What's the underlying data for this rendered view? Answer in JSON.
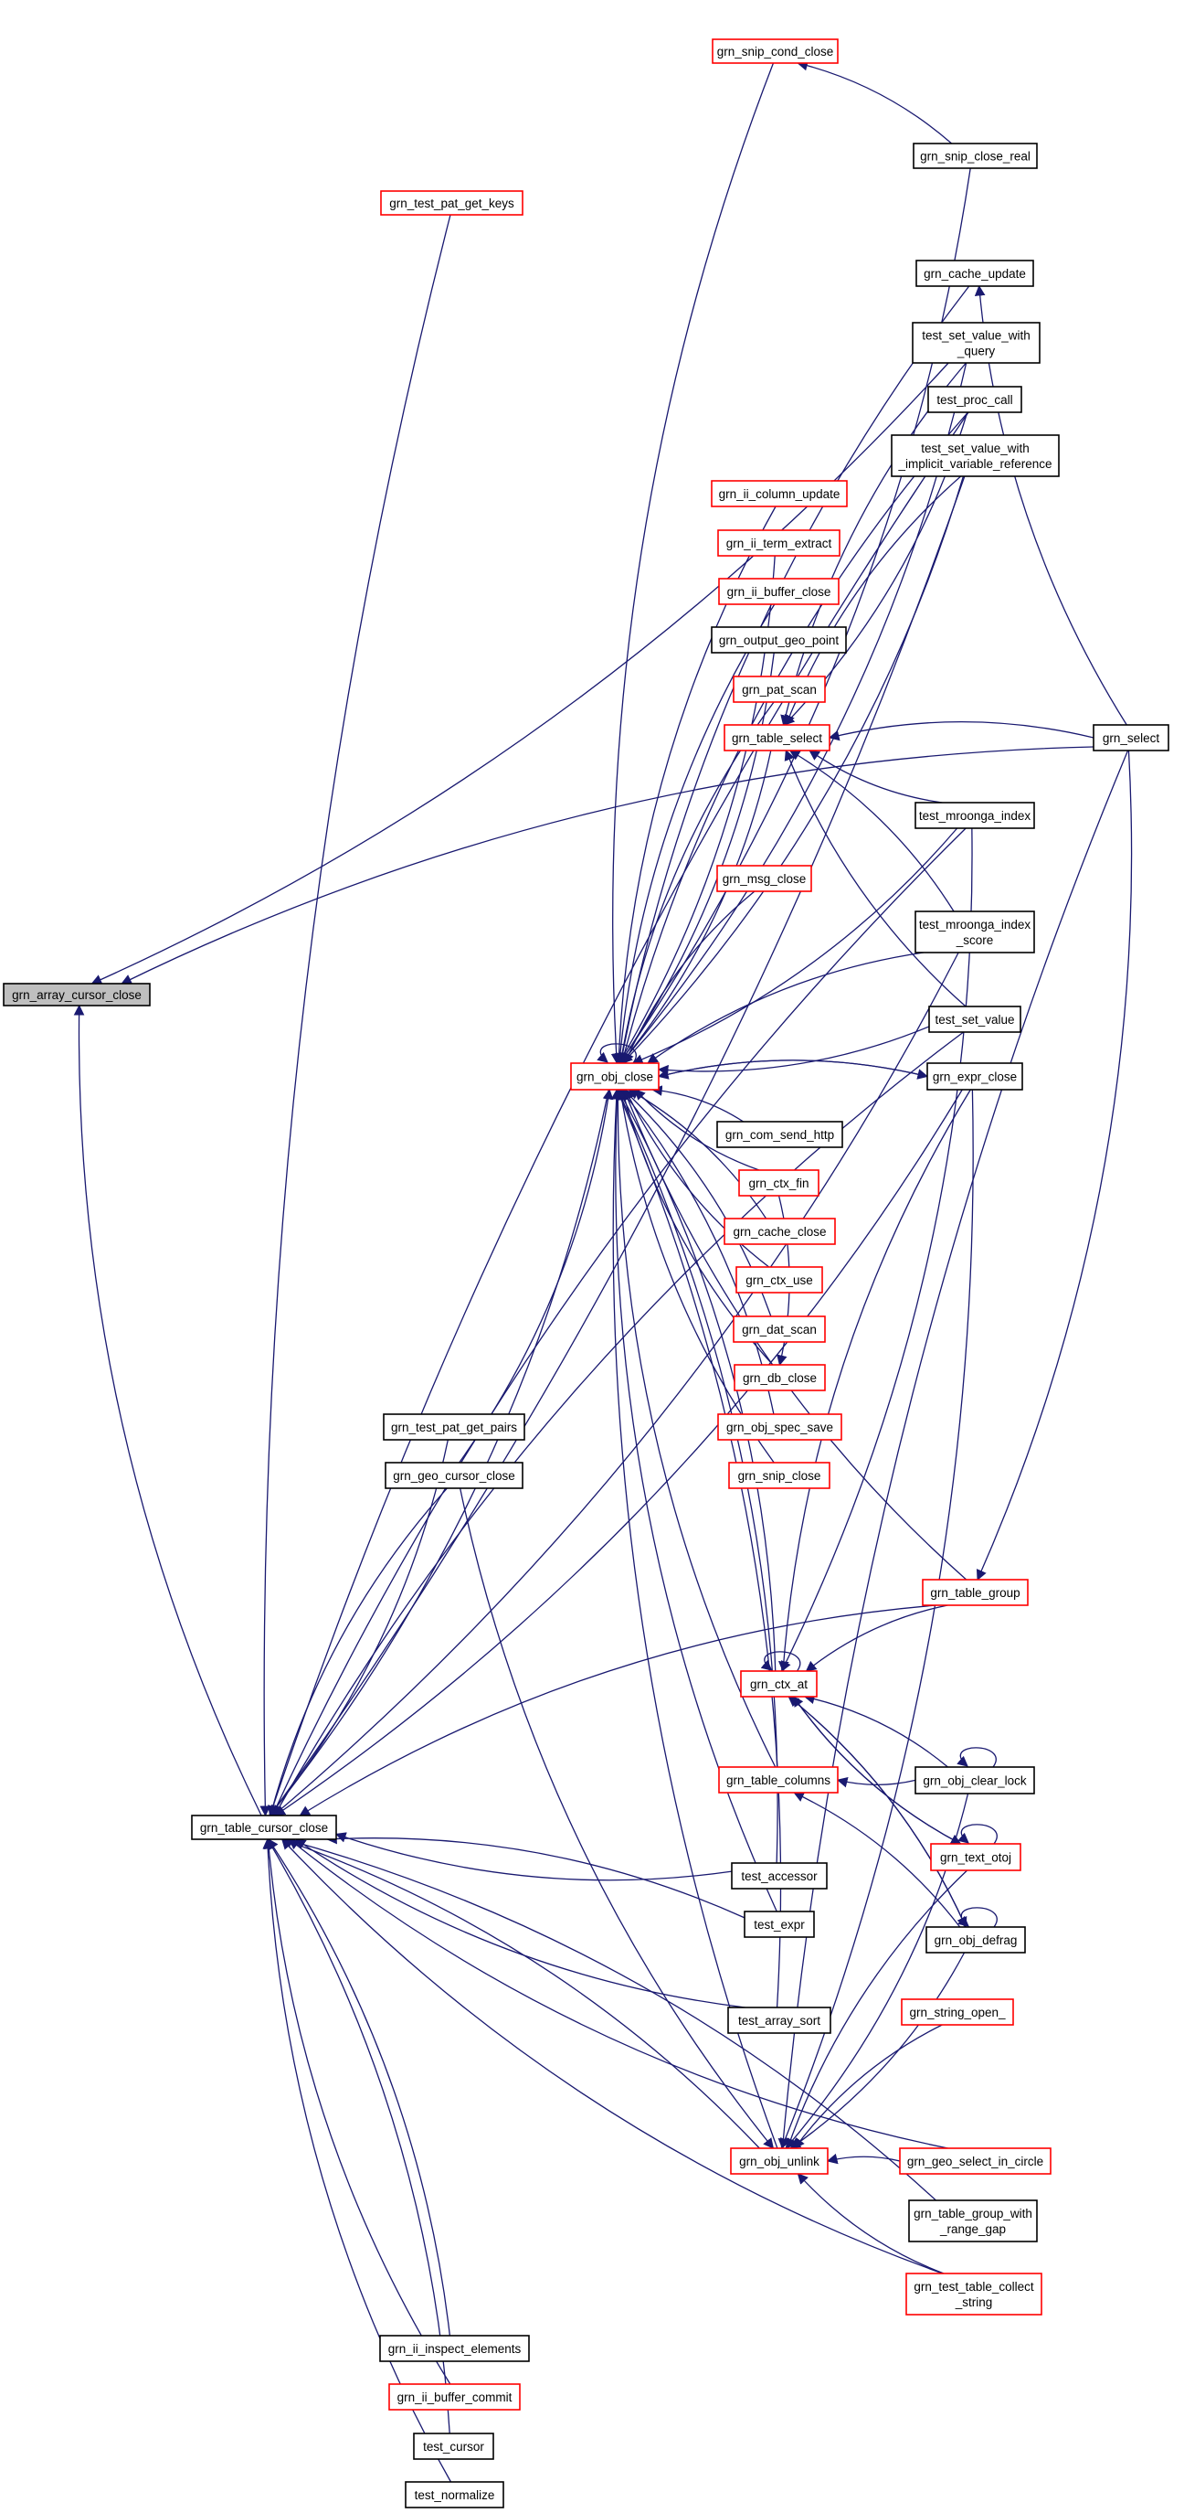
{
  "graph": {
    "title": "Caller graph",
    "focus_node": "grn_array_cursor_close",
    "colors": {
      "edge": "#191970",
      "node_border_documented": "#000000",
      "node_border_undocumented": "#ff0000",
      "focus_fill": "#bfbfbf"
    },
    "nodes": [
      {
        "id": "n0",
        "label": [
          "grn_array_cursor_close"
        ],
        "style": "focus"
      },
      {
        "id": "n1",
        "label": [
          "grn_table_cursor_close"
        ],
        "style": "black"
      },
      {
        "id": "n2",
        "label": [
          "grn_test_pat_get_keys"
        ],
        "style": "red"
      },
      {
        "id": "n3",
        "label": [
          "grn_snip_cond_close"
        ],
        "style": "red"
      },
      {
        "id": "n4",
        "label": [
          "grn_snip_close_real"
        ],
        "style": "black"
      },
      {
        "id": "n5",
        "label": [
          "grn_cache_update"
        ],
        "style": "black"
      },
      {
        "id": "n6",
        "label": [
          "test_set_value_with",
          "_query"
        ],
        "style": "black"
      },
      {
        "id": "n7",
        "label": [
          "test_proc_call"
        ],
        "style": "black"
      },
      {
        "id": "n8",
        "label": [
          "test_set_value_with",
          "_implicit_variable_reference"
        ],
        "style": "black"
      },
      {
        "id": "n9",
        "label": [
          "grn_ii_column_update"
        ],
        "style": "red"
      },
      {
        "id": "n10",
        "label": [
          "grn_ii_term_extract"
        ],
        "style": "red"
      },
      {
        "id": "n11",
        "label": [
          "grn_ii_buffer_close"
        ],
        "style": "red"
      },
      {
        "id": "n12",
        "label": [
          "grn_output_geo_point"
        ],
        "style": "black"
      },
      {
        "id": "n13",
        "label": [
          "grn_pat_scan"
        ],
        "style": "red"
      },
      {
        "id": "n14",
        "label": [
          "grn_table_select"
        ],
        "style": "red"
      },
      {
        "id": "n15",
        "label": [
          "grn_select"
        ],
        "style": "black"
      },
      {
        "id": "n16",
        "label": [
          "test_mroonga_index"
        ],
        "style": "black"
      },
      {
        "id": "n17",
        "label": [
          "grn_msg_close"
        ],
        "style": "red"
      },
      {
        "id": "n18",
        "label": [
          "test_mroonga_index",
          "_score"
        ],
        "style": "black"
      },
      {
        "id": "n19",
        "label": [
          "test_set_value"
        ],
        "style": "black"
      },
      {
        "id": "n20",
        "label": [
          "grn_obj_close"
        ],
        "style": "red"
      },
      {
        "id": "n21",
        "label": [
          "grn_expr_close"
        ],
        "style": "black"
      },
      {
        "id": "n22",
        "label": [
          "grn_com_send_http"
        ],
        "style": "black"
      },
      {
        "id": "n23",
        "label": [
          "grn_ctx_fin"
        ],
        "style": "red"
      },
      {
        "id": "n24",
        "label": [
          "grn_cache_close"
        ],
        "style": "red"
      },
      {
        "id": "n25",
        "label": [
          "grn_ctx_use"
        ],
        "style": "red"
      },
      {
        "id": "n26",
        "label": [
          "grn_dat_scan"
        ],
        "style": "red"
      },
      {
        "id": "n27",
        "label": [
          "grn_db_close"
        ],
        "style": "red"
      },
      {
        "id": "n28",
        "label": [
          "grn_obj_spec_save"
        ],
        "style": "red"
      },
      {
        "id": "n29",
        "label": [
          "grn_snip_close"
        ],
        "style": "red"
      },
      {
        "id": "n30",
        "label": [
          "grn_test_pat_get_pairs"
        ],
        "style": "black"
      },
      {
        "id": "n31",
        "label": [
          "grn_geo_cursor_close"
        ],
        "style": "black"
      },
      {
        "id": "n32",
        "label": [
          "grn_table_group"
        ],
        "style": "red"
      },
      {
        "id": "n33",
        "label": [
          "grn_ctx_at"
        ],
        "style": "red"
      },
      {
        "id": "n34",
        "label": [
          "grn_table_columns"
        ],
        "style": "red"
      },
      {
        "id": "n35",
        "label": [
          "grn_obj_clear_lock"
        ],
        "style": "black"
      },
      {
        "id": "n36",
        "label": [
          "grn_text_otoj"
        ],
        "style": "red"
      },
      {
        "id": "n37",
        "label": [
          "test_accessor"
        ],
        "style": "black"
      },
      {
        "id": "n38",
        "label": [
          "test_expr"
        ],
        "style": "black"
      },
      {
        "id": "n39",
        "label": [
          "grn_obj_defrag"
        ],
        "style": "black"
      },
      {
        "id": "n40",
        "label": [
          "test_array_sort"
        ],
        "style": "black"
      },
      {
        "id": "n41",
        "label": [
          "grn_string_open_"
        ],
        "style": "red"
      },
      {
        "id": "n42",
        "label": [
          "grn_obj_unlink"
        ],
        "style": "red"
      },
      {
        "id": "n43",
        "label": [
          "grn_geo_select_in_circle"
        ],
        "style": "red"
      },
      {
        "id": "n44",
        "label": [
          "grn_table_group_with",
          "_range_gap"
        ],
        "style": "black"
      },
      {
        "id": "n45",
        "label": [
          "grn_test_table_collect",
          "_string"
        ],
        "style": "red"
      },
      {
        "id": "n46",
        "label": [
          "grn_ii_inspect_elements"
        ],
        "style": "black"
      },
      {
        "id": "n47",
        "label": [
          "grn_ii_buffer_commit"
        ],
        "style": "red"
      },
      {
        "id": "n48",
        "label": [
          "test_cursor"
        ],
        "style": "black"
      },
      {
        "id": "n49",
        "label": [
          "test_normalize"
        ],
        "style": "black"
      }
    ],
    "edges": [
      [
        "n1",
        "n0"
      ],
      [
        "n15",
        "n0"
      ],
      [
        "n6",
        "n0"
      ],
      [
        "n2",
        "n1"
      ],
      [
        "n30",
        "n1"
      ],
      [
        "n31",
        "n1"
      ],
      [
        "n20",
        "n1"
      ],
      [
        "n32",
        "n1"
      ],
      [
        "n37",
        "n1"
      ],
      [
        "n38",
        "n1"
      ],
      [
        "n40",
        "n1"
      ],
      [
        "n42",
        "n1"
      ],
      [
        "n43",
        "n1"
      ],
      [
        "n44",
        "n1"
      ],
      [
        "n45",
        "n1"
      ],
      [
        "n46",
        "n1"
      ],
      [
        "n47",
        "n1"
      ],
      [
        "n48",
        "n1"
      ],
      [
        "n49",
        "n1"
      ],
      [
        "n16",
        "n1"
      ],
      [
        "n18",
        "n1"
      ],
      [
        "n7",
        "n1"
      ],
      [
        "n8",
        "n1"
      ],
      [
        "n19",
        "n1"
      ],
      [
        "n21",
        "n1"
      ],
      [
        "n4",
        "n3"
      ],
      [
        "n15",
        "n5"
      ],
      [
        "n3",
        "n20"
      ],
      [
        "n4",
        "n20"
      ],
      [
        "n5",
        "n20"
      ],
      [
        "n6",
        "n20"
      ],
      [
        "n7",
        "n20"
      ],
      [
        "n8",
        "n20"
      ],
      [
        "n9",
        "n20"
      ],
      [
        "n10",
        "n20"
      ],
      [
        "n11",
        "n20"
      ],
      [
        "n12",
        "n20"
      ],
      [
        "n13",
        "n20"
      ],
      [
        "n14",
        "n20"
      ],
      [
        "n17",
        "n20"
      ],
      [
        "n16",
        "n20"
      ],
      [
        "n18",
        "n20"
      ],
      [
        "n19",
        "n20"
      ],
      [
        "n21",
        "n20"
      ],
      [
        "n20",
        "n21"
      ],
      [
        "n22",
        "n20"
      ],
      [
        "n23",
        "n20"
      ],
      [
        "n24",
        "n20"
      ],
      [
        "n25",
        "n20"
      ],
      [
        "n26",
        "n20"
      ],
      [
        "n27",
        "n20"
      ],
      [
        "n28",
        "n20"
      ],
      [
        "n29",
        "n20"
      ],
      [
        "n31",
        "n20"
      ],
      [
        "n32",
        "n20"
      ],
      [
        "n33",
        "n20"
      ],
      [
        "n34",
        "n20"
      ],
      [
        "n37",
        "n20"
      ],
      [
        "n38",
        "n20"
      ],
      [
        "n40",
        "n20"
      ],
      [
        "n42",
        "n20"
      ],
      [
        "n20",
        "n20"
      ],
      [
        "n23",
        "n27"
      ],
      [
        "n15",
        "n14"
      ],
      [
        "n16",
        "n14"
      ],
      [
        "n18",
        "n14"
      ],
      [
        "n19",
        "n14"
      ],
      [
        "n6",
        "n14"
      ],
      [
        "n7",
        "n14"
      ],
      [
        "n8",
        "n14"
      ],
      [
        "n15",
        "n32"
      ],
      [
        "n32",
        "n33"
      ],
      [
        "n33",
        "n33"
      ],
      [
        "n35",
        "n33"
      ],
      [
        "n36",
        "n33"
      ],
      [
        "n39",
        "n33"
      ],
      [
        "n16",
        "n33"
      ],
      [
        "n21",
        "n33"
      ],
      [
        "n35",
        "n34"
      ],
      [
        "n39",
        "n34"
      ],
      [
        "n35",
        "n35"
      ],
      [
        "n36",
        "n36"
      ],
      [
        "n39",
        "n39"
      ],
      [
        "n33",
        "n36"
      ],
      [
        "n33",
        "n39"
      ],
      [
        "n43",
        "n42"
      ],
      [
        "n45",
        "n42"
      ],
      [
        "n36",
        "n42"
      ],
      [
        "n39",
        "n42"
      ],
      [
        "n41",
        "n42"
      ],
      [
        "n35",
        "n42"
      ],
      [
        "n15",
        "n42"
      ],
      [
        "n21",
        "n42"
      ],
      [
        "n31",
        "n42"
      ]
    ]
  }
}
